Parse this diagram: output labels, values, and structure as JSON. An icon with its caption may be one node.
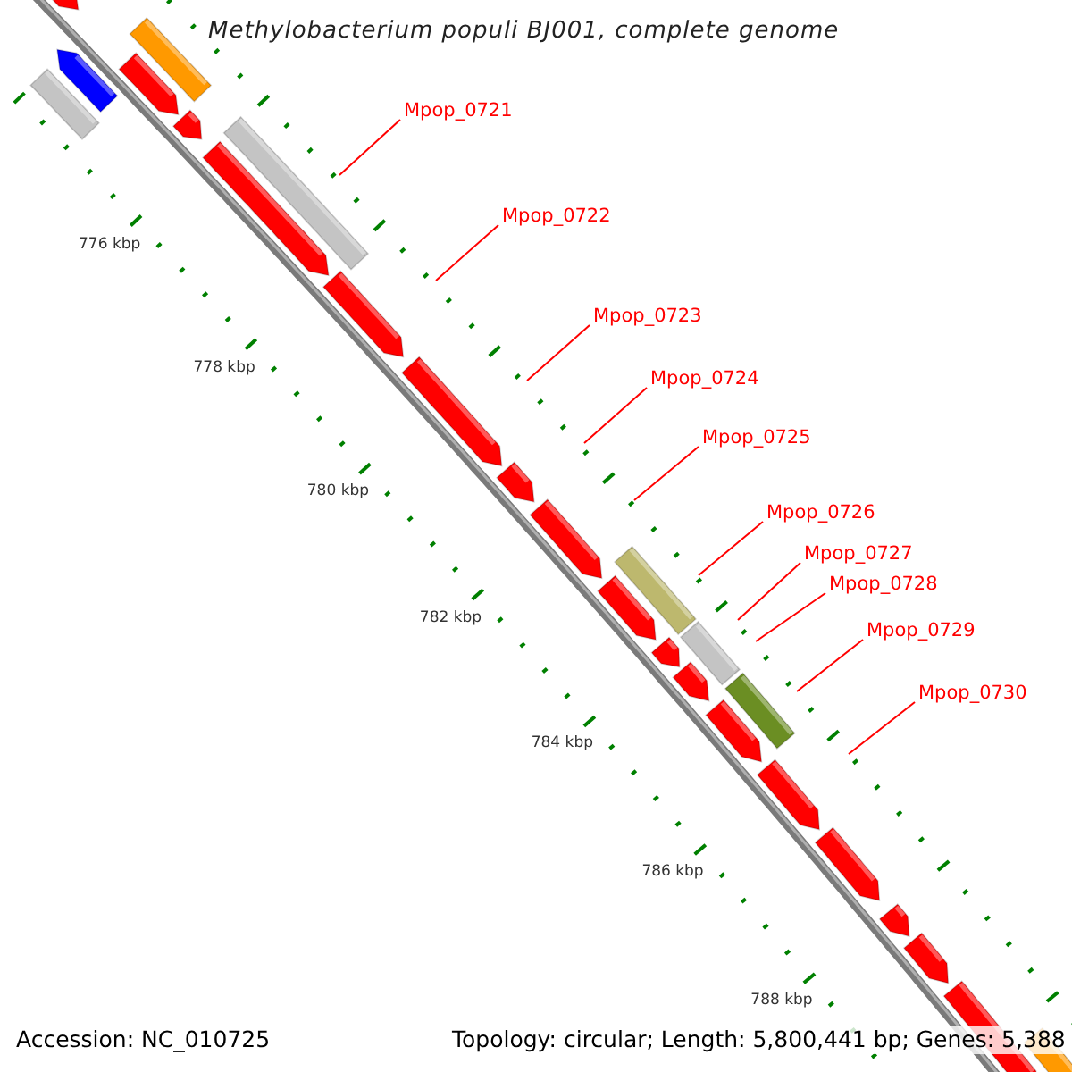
{
  "diagram": {
    "title": "Methylobacterium populi BJ001, complete genome",
    "nodes": [
      {
        "text": [
          "Mpop_0721"
        ]
      },
      {
        "text": [
          "Mpop_0722"
        ]
      },
      {
        "text": [
          "Mpop_0723"
        ]
      },
      {
        "text": [
          "Mpop_0724"
        ]
      },
      {
        "text": [
          "Mpop_0725"
        ]
      },
      {
        "text": [
          "Mpop_0726"
        ]
      },
      {
        "text": [
          "Mpop_0727"
        ]
      },
      {
        "text": [
          "Mpop_0728"
        ]
      },
      {
        "text": [
          "Mpop_0729"
        ]
      },
      {
        "text": [
          "Mpop_0730"
        ]
      }
    ],
    "edges": [
      {
        "from": 0,
        "to": null,
        "arrow": "none"
      },
      {
        "from": 1,
        "to": null,
        "arrow": "none"
      },
      {
        "from": 2,
        "to": null,
        "arrow": "none"
      },
      {
        "from": 3,
        "to": null,
        "arrow": "none"
      },
      {
        "from": 4,
        "to": null,
        "arrow": "none"
      },
      {
        "from": 5,
        "to": null,
        "arrow": "none"
      },
      {
        "from": 6,
        "to": null,
        "arrow": "none"
      },
      {
        "from": 7,
        "to": null,
        "arrow": "none"
      },
      {
        "from": 8,
        "to": null,
        "arrow": "none"
      },
      {
        "from": 9,
        "to": null,
        "arrow": "none"
      }
    ],
    "labels": [
      "776 kbp",
      "778 kbp",
      "780 kbp",
      "782 kbp",
      "784 kbp",
      "786 kbp",
      "788 kbp",
      "Accession: NC_010725",
      "Topology: circular; Length: 5,800,441 bp; Genes: 5,388"
    ]
  }
}
